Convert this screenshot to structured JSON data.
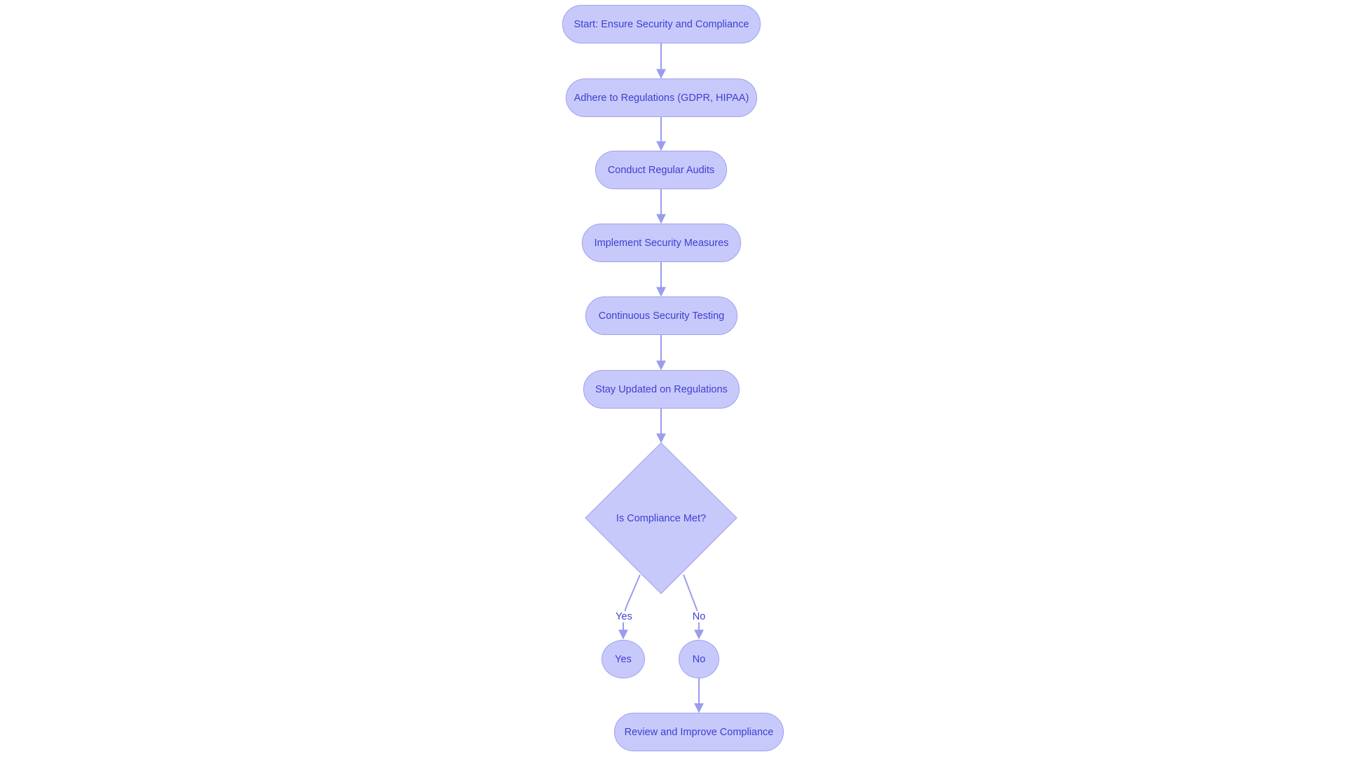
{
  "colors": {
    "node_fill": "#c8c9fb",
    "node_stroke": "#9fa0ef",
    "text": "#3d3fd0",
    "edge": "#9a9cee",
    "background": "#ffffff"
  },
  "nodes": {
    "start": "Start: Ensure Security and Compliance",
    "adhere": "Adhere to Regulations (GDPR, HIPAA)",
    "audits": "Conduct Regular Audits",
    "implement": "Implement Security Measures",
    "testing": "Continuous Security Testing",
    "updated": "Stay Updated on Regulations",
    "decision": "Is Compliance Met?",
    "yes": "Yes",
    "no": "No",
    "review": "Review and Improve Compliance"
  },
  "edges": [
    {
      "from": "start",
      "to": "adhere",
      "label": ""
    },
    {
      "from": "adhere",
      "to": "audits",
      "label": ""
    },
    {
      "from": "audits",
      "to": "implement",
      "label": ""
    },
    {
      "from": "implement",
      "to": "testing",
      "label": ""
    },
    {
      "from": "testing",
      "to": "updated",
      "label": ""
    },
    {
      "from": "updated",
      "to": "decision",
      "label": ""
    },
    {
      "from": "decision",
      "to": "yes",
      "label": "Yes"
    },
    {
      "from": "decision",
      "to": "no",
      "label": "No"
    },
    {
      "from": "no",
      "to": "review",
      "label": ""
    }
  ],
  "edge_labels": {
    "yes": "Yes",
    "no": "No"
  }
}
